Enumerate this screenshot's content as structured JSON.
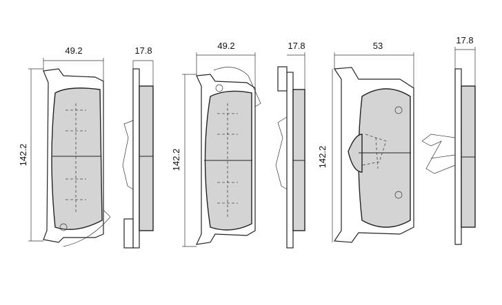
{
  "views": [
    {
      "id": "pad-1",
      "width_label": "49.2",
      "side_label": "17.8",
      "height_label": "142.2"
    },
    {
      "id": "pad-2",
      "width_label": "49.2",
      "side_label": "17.8",
      "height_label": "142.2"
    },
    {
      "id": "pad-3",
      "width_label": "53",
      "side_label": "17.8",
      "height_label": "142.2"
    }
  ]
}
